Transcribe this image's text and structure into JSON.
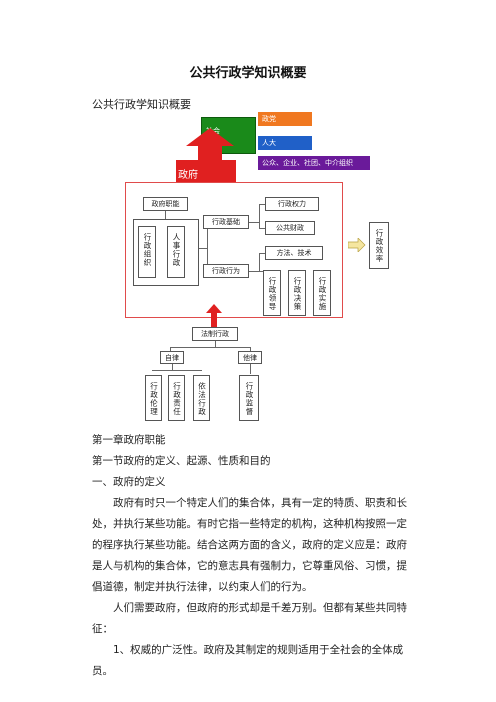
{
  "doc": {
    "title": "公共行政学知识概要",
    "subtitle": "公共行政学知识概要"
  },
  "diagram": {
    "society": "社会",
    "government": "政府",
    "bars": [
      "政党",
      "人大",
      "公众、企业、社团、中介组织"
    ],
    "functions": "政府职能",
    "func_children": [
      "行政组织",
      "人事行政"
    ],
    "admin_basis": "行政基础",
    "admin_power": "行政权力",
    "public_finance": "公共财政",
    "admin_behavior": "行政行为",
    "methods": "方法、技术",
    "behavior_children": [
      "行政领导",
      "行政决策",
      "行政实施"
    ],
    "efficiency": "行政效率",
    "rule_of_law": "法制行政",
    "self_discipline": "自律",
    "other_discipline": "他律",
    "self_children": [
      "行政伦理",
      "行政责任",
      "依法行政"
    ],
    "other_children": [
      "行政监督"
    ],
    "colors": {
      "society": "#1a8a1a",
      "government": "#e02020",
      "bar_orange": "#f07820",
      "bar_blue": "#2060c8",
      "bar_purple": "#6a1a9a",
      "arrow_yellow": "#f5e6a0",
      "red_arrow": "#e02020"
    }
  },
  "content": {
    "ch1": "第一章政府职能",
    "sec1": "第一节政府的定义、起源、性质和目的",
    "h1": "一、政府的定义",
    "para1": "政府有时只一个特定人们的集合体，具有一定的特质、职责和长处，并执行某些功能。有时它指一些特定的机构，这种机构按照一定的程序执行某些功能。结合这两方面的含义，政府的定义应是：政府是人与机构的集合体，它的意志具有强制力，它尊重风俗、习惯，提倡道德，制定并执行法律，以约束人们的行为。",
    "para2": "人们需要政府，但政府的形式却是千差万别。但都有某些共同特征：",
    "para3": "1、权威的广泛性。政府及其制定的规则适用于全社会的全体成员。"
  }
}
